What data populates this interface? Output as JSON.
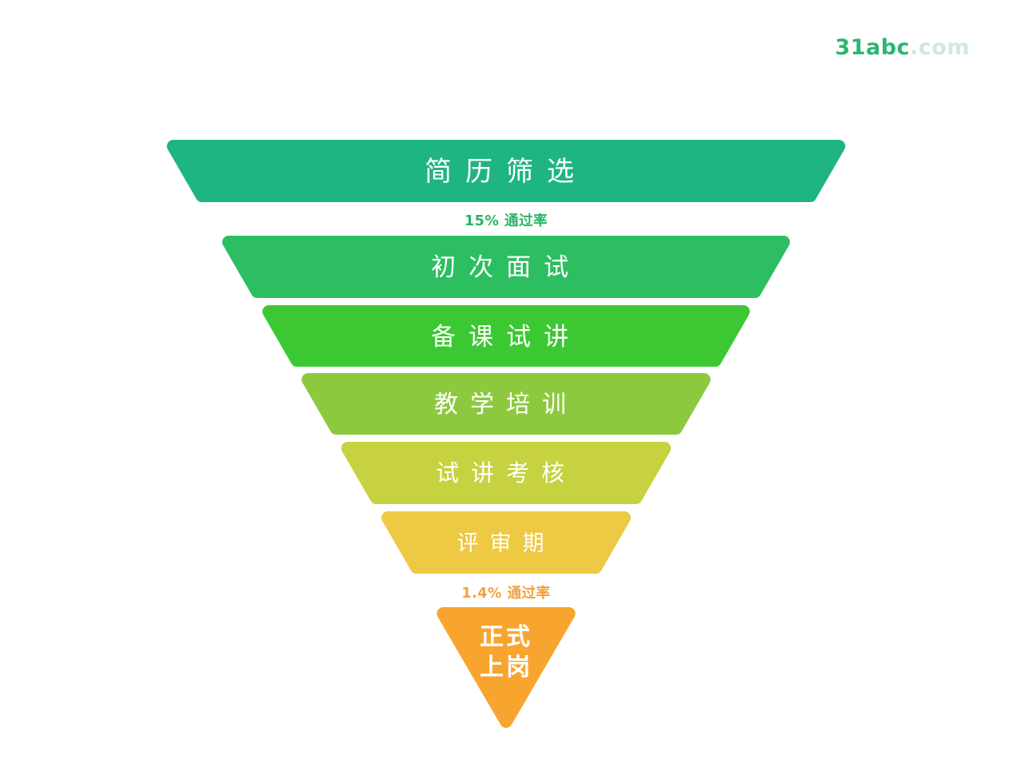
{
  "logo": {
    "brand": "31abc",
    "suffix": ".com",
    "brand_color": "#2bb573",
    "suffix_color": "#cfe9da"
  },
  "chart_data": {
    "type": "funnel",
    "orientation": "inverted-pyramid",
    "title": "",
    "background": "#ffffff",
    "stage_text_color": "#ffffff",
    "stages": [
      {
        "label": "简历筛选",
        "color": "#1fb583"
      },
      {
        "label": "初次面试",
        "color": "#2dbe62"
      },
      {
        "label": "备课试讲",
        "color": "#3cc832"
      },
      {
        "label": "教学培训",
        "color": "#8dc93f"
      },
      {
        "label": "试讲考核",
        "color": "#c6d23f"
      },
      {
        "label": "评审期",
        "color": "#eec943"
      },
      {
        "label": "正式上岗",
        "label_lines": [
          "正式",
          "上岗"
        ],
        "color": "#f8a52f"
      }
    ],
    "annotations": [
      {
        "text": "15% 通过率",
        "value": "15%",
        "metric": "通过率",
        "after_stage_index": 0,
        "color": "#27b465"
      },
      {
        "text": "1.4% 通过率",
        "value": "1.4%",
        "metric": "通过率",
        "after_stage_index": 5,
        "color": "#f0a13e"
      }
    ]
  }
}
